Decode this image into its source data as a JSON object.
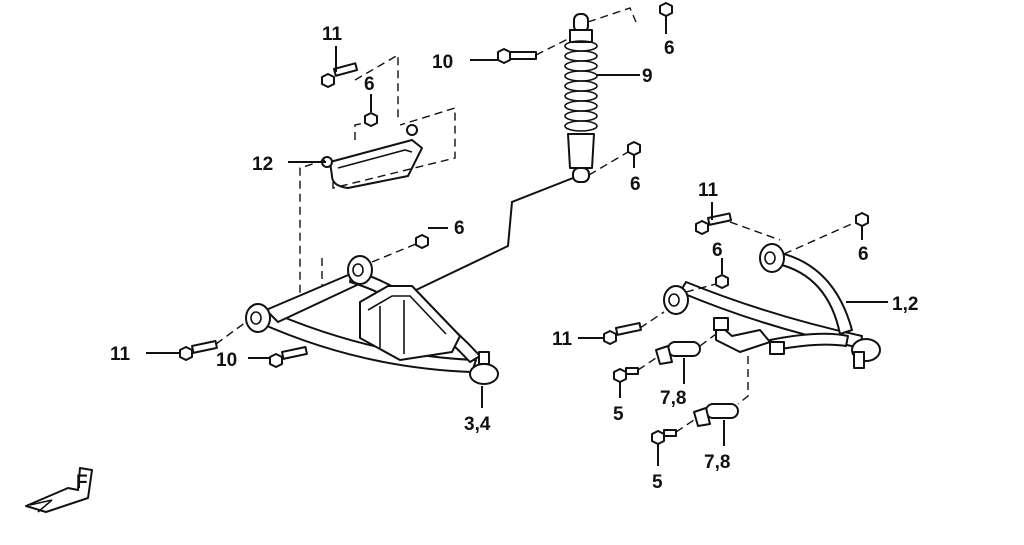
{
  "callouts": {
    "c11_top": "11",
    "c10_top": "10",
    "c6_shock_top": "6",
    "c9": "9",
    "c6_bracket": "6",
    "c12": "12",
    "c6_shock_bottom": "6",
    "c6_lower_arm": "6",
    "c11_right": "11",
    "c6_right_a": "6",
    "c6_right_b": "6",
    "c1_2": "1,2",
    "c11_left": "11",
    "c10_left": "10",
    "c3_4": "3,4",
    "c11_mid": "11",
    "c7_8_a": "7,8",
    "c5_a": "5",
    "c7_8_b": "7,8",
    "c5_b": "5",
    "front_mark": "F"
  },
  "icons": {
    "front_arrow": "front-direction-arrow-icon"
  }
}
